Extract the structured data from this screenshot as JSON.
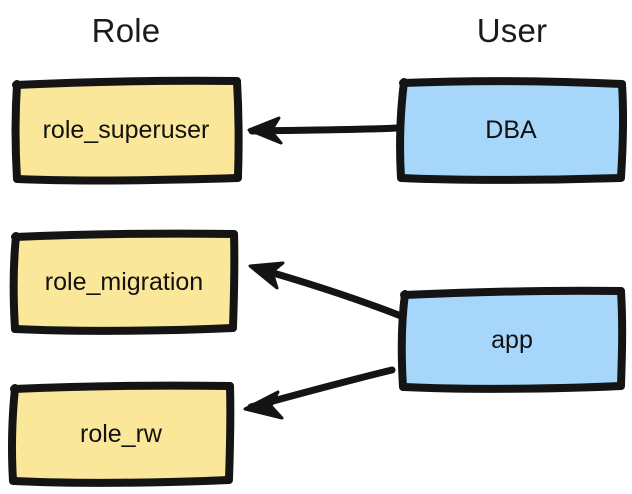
{
  "diagram": {
    "title_hidden": "",
    "columns": [
      {
        "name": "role-column",
        "label": "Role"
      },
      {
        "name": "user-column",
        "label": "User"
      }
    ],
    "palette": {
      "role_fill": "#FBE79A",
      "user_fill": "#A6D7FB",
      "stroke": "#141414",
      "background": "#FFFFFF",
      "text": "#111111"
    },
    "nodes": [
      {
        "id": "role_superuser",
        "label": "role_superuser",
        "type": "role",
        "column": "Role"
      },
      {
        "id": "role_migration",
        "label": "role_migration",
        "type": "role",
        "column": "Role"
      },
      {
        "id": "role_rw",
        "label": "role_rw",
        "type": "role",
        "column": "Role"
      },
      {
        "id": "dba",
        "label": "DBA",
        "type": "user",
        "column": "User"
      },
      {
        "id": "app",
        "label": "app",
        "type": "user",
        "column": "User"
      }
    ],
    "edges": [
      {
        "id": "edge-dba-role_superuser",
        "from": "dba",
        "to": "role_superuser",
        "direction": "to-role"
      },
      {
        "id": "edge-app-role_migration",
        "from": "app",
        "to": "role_migration",
        "direction": "to-role"
      },
      {
        "id": "edge-app-role_rw",
        "from": "app",
        "to": "role_rw",
        "direction": "to-role"
      }
    ]
  }
}
